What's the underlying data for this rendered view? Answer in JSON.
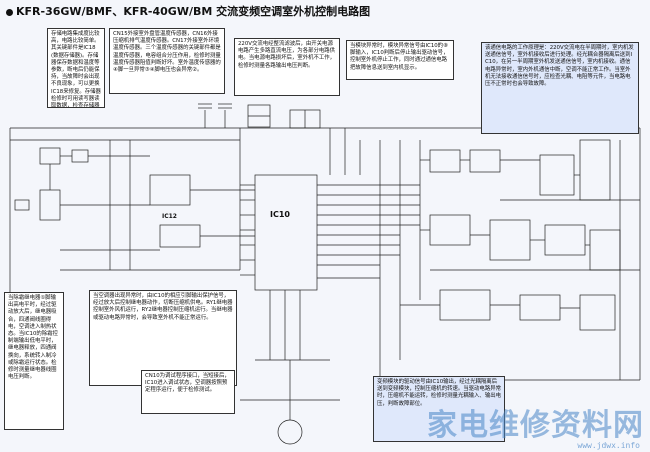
{
  "title": "KFR-36GW/BMF、KFR-40GW/BM 交流变频空调室外机控制电路图",
  "ic_main": "IC10",
  "ic_aux": "IC12",
  "notes": [
    "存储电路集成度比较高，电路比较简单。其关键部件是IC18(数据存储器)。存储器保存数据和温度等参数，断电后仍能保持，当故障时会出现不良现象，可以更换IC18来修复。存储器检修时可用读写器读取数据，检查存储器是否有故障判断。",
    "CN15外接室外盘管温度传感器，CN16外接压缩机排气温度传感器。CN17外接室外环境温度传感器。三个温度传感器的关键部件都是温度传感器，电容组合分压作用，检修时测量温度传感器阻值判断好坏。室外温度传感器的④脚一旦异常③④脚电压也会异常②。",
    "220V交流电经整流滤波后，由开关电源电路产生多路直流电压，为各部分电路供电。当电源电路损坏后，室外机不工作，检修时测量各路输出电压判断。",
    "当模块异常时，模块异常信号由IC10的⑧脚输入，IC10判断后停止输出驱动信号，控制室外机停止工作，同时通过通信电路把故障信息送到室内机显示。",
    "该通信电路的工作原理是：220V交流电在半周期时，室内机发送通信信号，室外机接收后进行处理。经光耦合器隔离后送到IC10，在另一半周期室外机发送通信信号，室内机接收。通信电路异常时，室内外机通信中断，空调不能正常工作。当室外机无法接收通信信号时，应检查光耦、电阻等元件，当电路电压不正常时也会导致故障。",
    "当除霜继电器①脚输出高电平时，经过驱动放大后，继电器吸合，四通阀线圈得电，空调进入制热状态。当IC10的除霜控制端输出低电平时，继电器释放，四通阀换向，系统转入制冷或除霜运行状态。检修时测量继电器线圈电压判断。",
    "当空调器出现异常时，由IC10的相应引脚输出保护信号，经过放大后控制继电器动作，切断压缩机供电。RY1继电器控制室外风机运行，RY2继电器控制压缩机运行。当继电器或驱动电路异常时，会导致室外机不能正常运行。",
    "CN10为调试程序接口，当短接后，IC10进入调试状态，空调器按照预定程序运行，便于检修测试。",
    "变频模块的驱动信号由IC10输出，经过光耦隔离后送到变频模块，控制压缩机的转速。当驱动电路异常时，压缩机不能运转，检修时测量光耦输入、输出电压，判断故障部位。"
  ],
  "watermark": "家电维修资料网",
  "watermark_url": "www.jdwx.info"
}
